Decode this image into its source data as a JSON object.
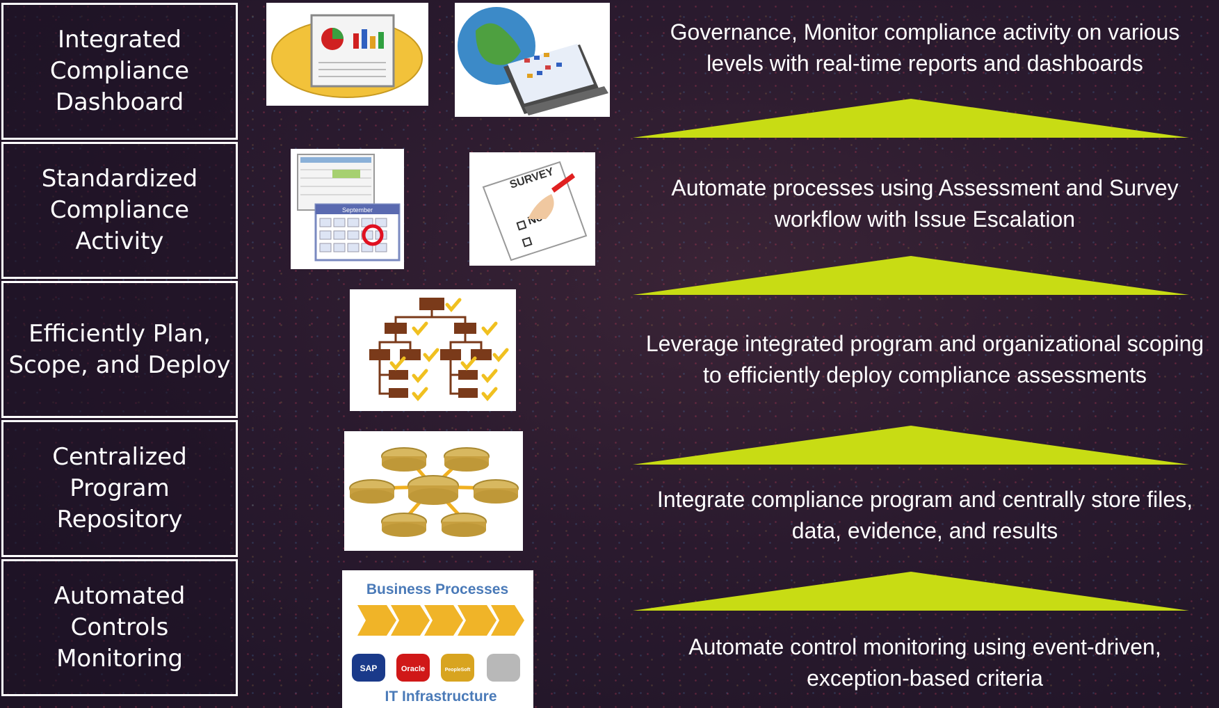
{
  "levels": [
    {
      "label": "Integrated\nCompliance\nDashboard"
    },
    {
      "label": "Standardized\nCompliance\nActivity"
    },
    {
      "label": "Efficiently Plan,\nScope, and Deploy"
    },
    {
      "label": "Centralized\nProgram\nRepository"
    },
    {
      "label": "Automated\nControls\nMonitoring"
    }
  ],
  "descriptions": [
    "Governance, Monitor compliance activity on various\nlevels with real-time reports and dashboards",
    "Automate processes using Assessment and Survey\nworkflow with Issue Escalation",
    "Leverage integrated program and organizational scoping\nto efficiently deploy compliance assessments",
    "Integrate compliance program and centrally store files,\ndata, evidence, and results",
    "Automate control monitoring using event-driven,\nexception-based criteria"
  ],
  "illustrations": {
    "survey_text": "SURVEY",
    "survey_no": "No",
    "calendar_month": "September",
    "business_processes": "Business Processes",
    "it_infrastructure": "IT Infrastructure",
    "sap": "SAP",
    "oracle": "Oracle",
    "peoplesoft": "PeopleSoft"
  },
  "colors": {
    "arrow": "#c8dc14",
    "border": "#ffffff",
    "background": "#2a1a2e"
  }
}
